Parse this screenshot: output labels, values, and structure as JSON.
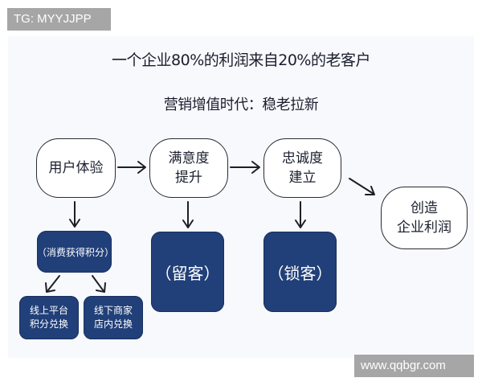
{
  "watermarks": {
    "top_left": "TG: MYYJJPP",
    "bottom_right": "www.qqbgr.com"
  },
  "header": {
    "title": "一个企业80%的利润来自20%的老客户",
    "subtitle": "营销增值时代：稳老拉新"
  },
  "flow": {
    "nodes": [
      {
        "id": "user-experience",
        "label": "用户体验"
      },
      {
        "id": "satisfaction",
        "label": "满意度\n提升"
      },
      {
        "id": "loyalty",
        "label": "忠诚度\n建立"
      },
      {
        "id": "profit",
        "label": "创造\n企业利润"
      }
    ],
    "outcomes": [
      {
        "id": "points",
        "label": "（消费获得积分）"
      },
      {
        "id": "online-redeem",
        "label": "线上平台\n积分兑换"
      },
      {
        "id": "offline-redeem",
        "label": "线下商家\n店内兑换"
      },
      {
        "id": "retain",
        "label": "（留客）"
      },
      {
        "id": "lock",
        "label": "（锁客）"
      }
    ]
  },
  "colors": {
    "outcome_fill": "#213f78",
    "node_border": "#2a2a34",
    "text": "#1b1f2e",
    "watermark_bg": "#a6a6a6"
  }
}
